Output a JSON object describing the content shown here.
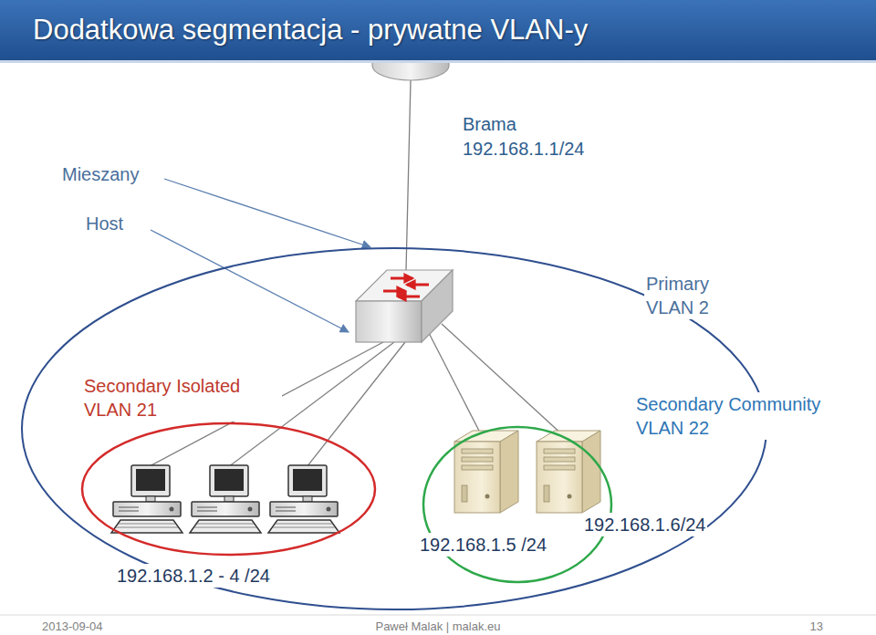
{
  "diagram": {
    "title": "Dodatkowa segmentacja - prywatne VLAN-y",
    "nodes": [
      {
        "text": [
          "Brama",
          "192.168.1.1/24"
        ]
      },
      {
        "text": [
          "Primary VLAN 2"
        ]
      },
      {
        "text": [
          "Secondary Isolated VLAN 21",
          "192.168.1.2 - 4 /24"
        ],
        "in": 1
      },
      {
        "text": [
          "Secondary Community VLAN 22"
        ],
        "in": 1
      },
      {
        "text": [
          "192.168.1.5 /24"
        ],
        "in": 3
      },
      {
        "text": [
          "192.168.1.6/24"
        ],
        "in": 3
      }
    ],
    "labels": [
      "Mieszany",
      "Host",
      "2013-09-04",
      "Paweł Malak | malak.eu",
      "13"
    ]
  }
}
